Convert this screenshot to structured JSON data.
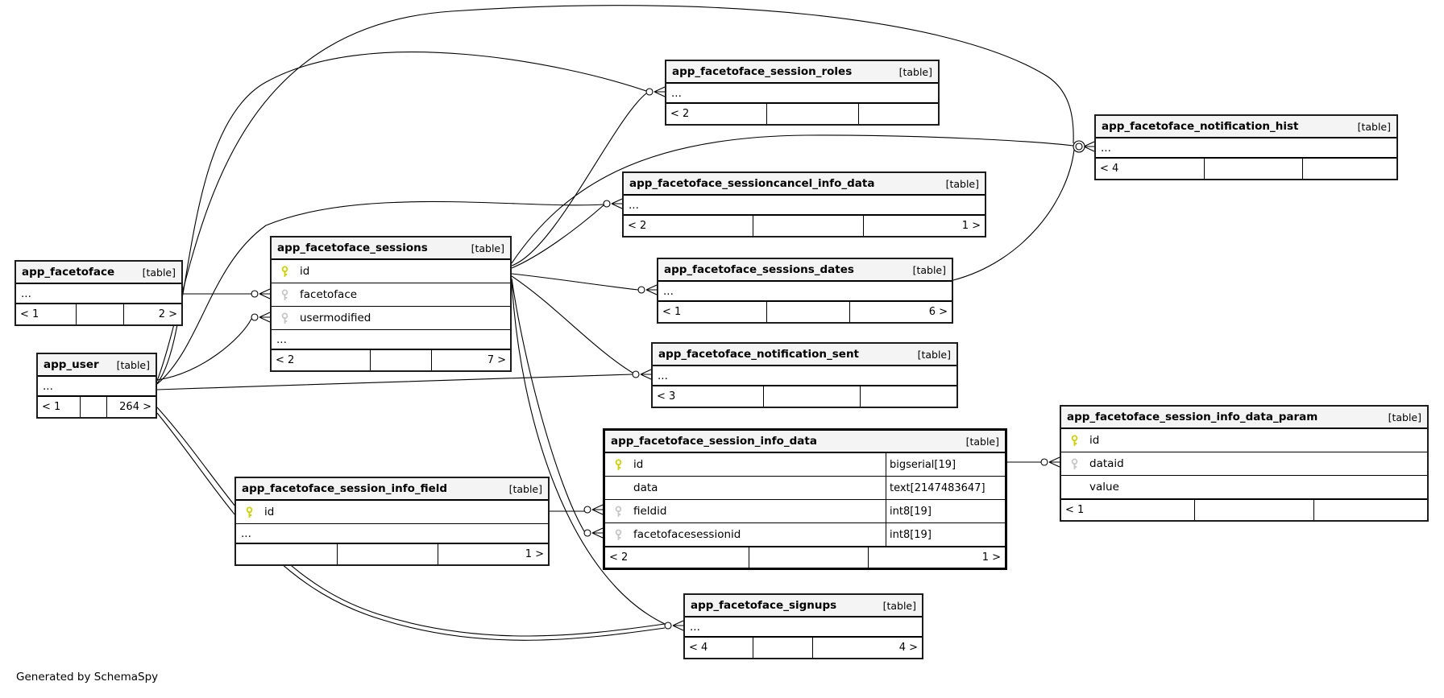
{
  "generator": "Generated by SchemaSpy",
  "tag": "[table]",
  "ellipsis": "...",
  "tables": {
    "facetoface": {
      "title": "app_facetoface",
      "footer": [
        "< 1",
        "",
        "2 >"
      ]
    },
    "user": {
      "title": "app_user",
      "footer": [
        "< 1",
        "",
        "264 >"
      ]
    },
    "sessions": {
      "title": "app_facetoface_sessions",
      "columns": [
        {
          "name": "id",
          "key": "pk"
        },
        {
          "name": "facetoface",
          "key": "fk"
        },
        {
          "name": "usermodified",
          "key": "fk"
        }
      ],
      "footer": [
        "< 2",
        "",
        "7 >"
      ]
    },
    "session_roles": {
      "title": "app_facetoface_session_roles",
      "footer": [
        "< 2",
        "",
        ""
      ]
    },
    "notification_hist": {
      "title": "app_facetoface_notification_hist",
      "footer": [
        "< 4",
        "",
        ""
      ]
    },
    "sessioncancel_info_data": {
      "title": "app_facetoface_sessioncancel_info_data",
      "footer": [
        "< 2",
        "",
        "1 >"
      ]
    },
    "sessions_dates": {
      "title": "app_facetoface_sessions_dates",
      "footer": [
        "< 1",
        "",
        "6 >"
      ]
    },
    "notification_sent": {
      "title": "app_facetoface_notification_sent",
      "footer": [
        "< 3",
        "",
        ""
      ]
    },
    "session_info_data": {
      "title": "app_facetoface_session_info_data",
      "columns": [
        {
          "name": "id",
          "key": "pk",
          "type": "bigserial[19]"
        },
        {
          "name": "data",
          "key": "",
          "type": "text[2147483647]"
        },
        {
          "name": "fieldid",
          "key": "fk",
          "type": "int8[19]"
        },
        {
          "name": "facetofacesessionid",
          "key": "fk",
          "type": "int8[19]"
        }
      ],
      "footer": [
        "< 2",
        "",
        "1 >"
      ]
    },
    "session_info_data_param": {
      "title": "app_facetoface_session_info_data_param",
      "columns": [
        {
          "name": "id",
          "key": "pk"
        },
        {
          "name": "dataid",
          "key": "fk"
        },
        {
          "name": "value",
          "key": ""
        }
      ],
      "footer": [
        "< 1",
        "",
        ""
      ]
    },
    "session_info_field": {
      "title": "app_facetoface_session_info_field",
      "columns": [
        {
          "name": "id",
          "key": "pk"
        }
      ],
      "footer": [
        "",
        "",
        "1 >"
      ]
    },
    "signups": {
      "title": "app_facetoface_signups",
      "footer": [
        "< 4",
        "",
        "4 >"
      ]
    }
  }
}
